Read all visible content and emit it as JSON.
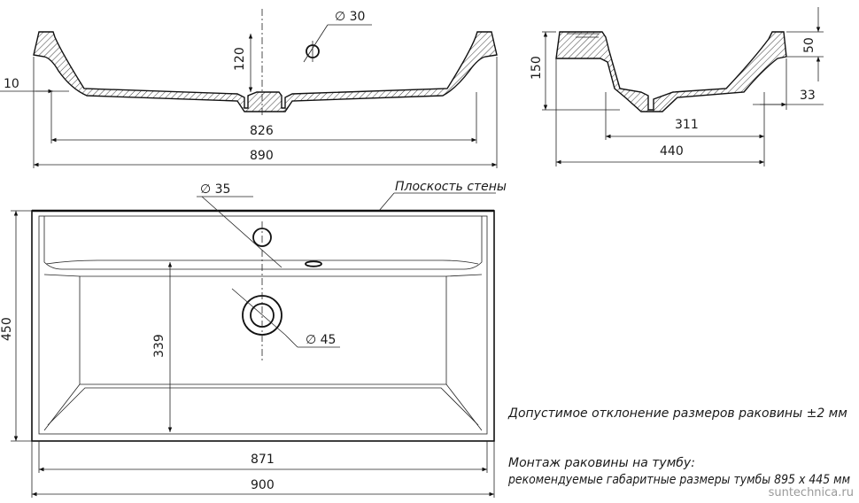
{
  "front_view": {
    "dim_width_outer": "890",
    "dim_width_inner": "826",
    "dim_depth": "120",
    "dim_rim": "10",
    "dim_tap_hole": "∅ 30"
  },
  "side_view": {
    "dim_height": "150",
    "dim_rim_height": "50",
    "dim_offset": "33",
    "dim_inner": "311",
    "dim_outer": "440"
  },
  "top_view": {
    "wall_plane_label": "Плоскость стены",
    "dim_tap_hole": "∅ 35",
    "dim_drain": "∅ 45",
    "dim_inner_depth": "339",
    "dim_outer_depth": "450",
    "dim_inner_width": "871",
    "dim_outer_width": "900"
  },
  "notes": {
    "tolerance": "Допустимое отклонение размеров раковины ±2 мм",
    "mounting_title": "Монтаж раковины на тумбу:",
    "mounting_text": "рекомендуемые габаритные размеры тумбы 895 x 445 мм"
  },
  "watermark": "suntechnica.ru"
}
